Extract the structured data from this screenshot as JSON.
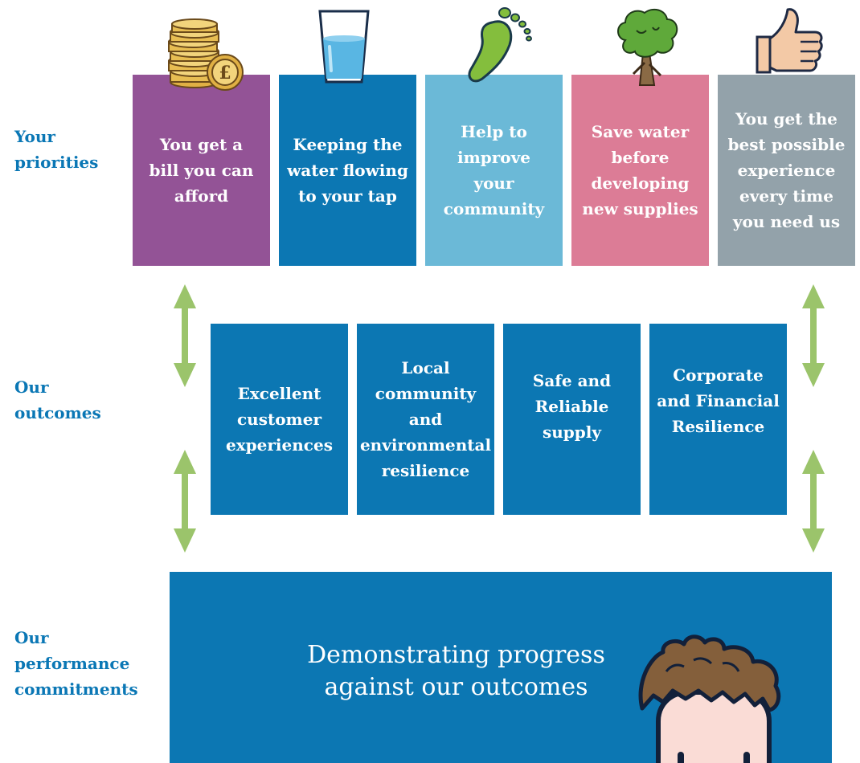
{
  "rows": {
    "priorities": [
      "Your",
      "priorities"
    ],
    "outcomes": [
      "Our",
      "outcomes"
    ],
    "commitments": [
      "Our",
      "performance",
      "commitments"
    ]
  },
  "priorities": [
    {
      "lines": [
        "You get a",
        "bill you can",
        "afford"
      ],
      "color": "#935396",
      "icon": "coins-icon"
    },
    {
      "lines": [
        "Keeping the",
        "water flowing",
        "to your tap"
      ],
      "color": "#0c77b3",
      "icon": "water-glass-icon"
    },
    {
      "lines": [
        "Help to",
        "improve",
        "your",
        "community"
      ],
      "color": "#6bb9d7",
      "icon": "footprint-icon"
    },
    {
      "lines": [
        "Save water",
        "before",
        "developing",
        "new supplies"
      ],
      "color": "#dc7c96",
      "icon": "tree-icon"
    },
    {
      "lines": [
        "You get the",
        "best possible",
        "experience",
        "every time",
        "you need us"
      ],
      "color": "#93a2aa",
      "icon": "thumbs-up-icon"
    }
  ],
  "outcomes": [
    {
      "lines": [
        "Excellent",
        "customer",
        "experiences"
      ]
    },
    {
      "lines": [
        "Local",
        "community",
        "and",
        "environmental",
        "resilience"
      ]
    },
    {
      "lines": [
        "Safe and",
        "Reliable",
        "supply"
      ]
    },
    {
      "lines": [
        "Corporate",
        "and Financial",
        "Resilience"
      ]
    }
  ],
  "commitments": {
    "lines": [
      "Demonstrating progress",
      "against our outcomes"
    ]
  },
  "colors": {
    "label": "#0a77b5",
    "outcome_box": "#0c77b3",
    "perf_box": "#0c77b3",
    "arrow": "#9bc46b"
  }
}
